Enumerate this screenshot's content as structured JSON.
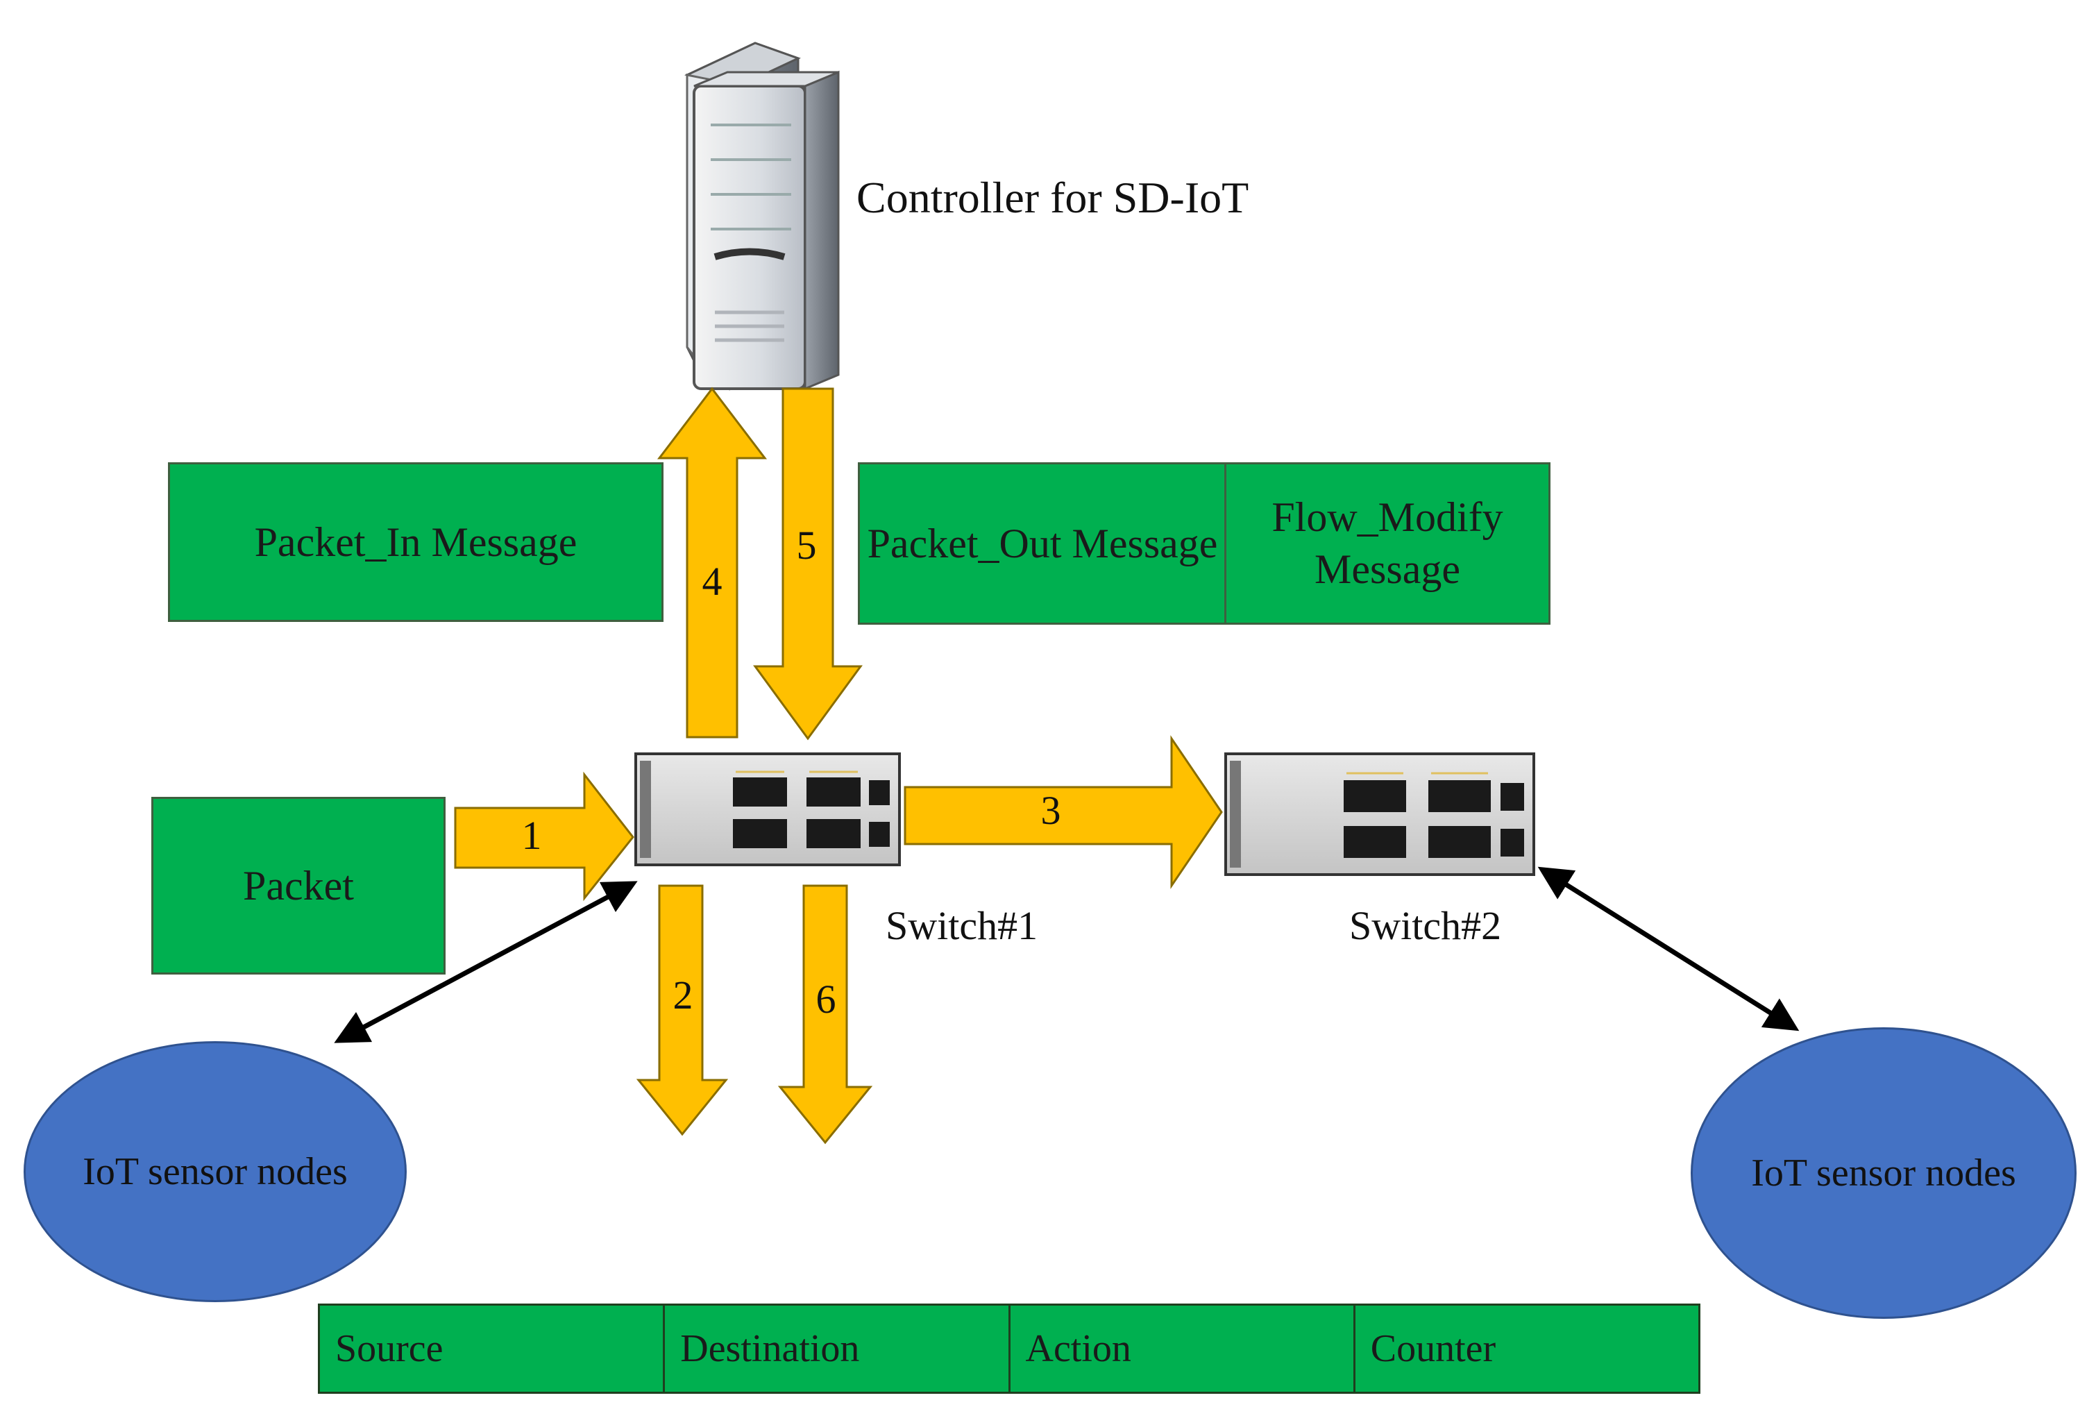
{
  "controller_label": "Controller for SD-IoT",
  "boxes": {
    "packet_in": "Packet_In Message",
    "packet_out": "Packet_Out Message",
    "flow_modify": "Flow_Modify Message",
    "packet": "Packet"
  },
  "switches": {
    "switch1": "Switch#1",
    "switch2": "Switch#2"
  },
  "sensor_nodes": {
    "left": "IoT sensor nodes",
    "right": "IoT sensor nodes"
  },
  "arrow_numbers": [
    "1",
    "2",
    "3",
    "4",
    "5",
    "6"
  ],
  "flow_table": {
    "columns": [
      "Source",
      "Destination",
      "Action",
      "Counter"
    ]
  },
  "colors": {
    "box_green": "#00b050",
    "arrow_yellow": "#ffc000",
    "ellipse_blue": "#4472c4"
  }
}
